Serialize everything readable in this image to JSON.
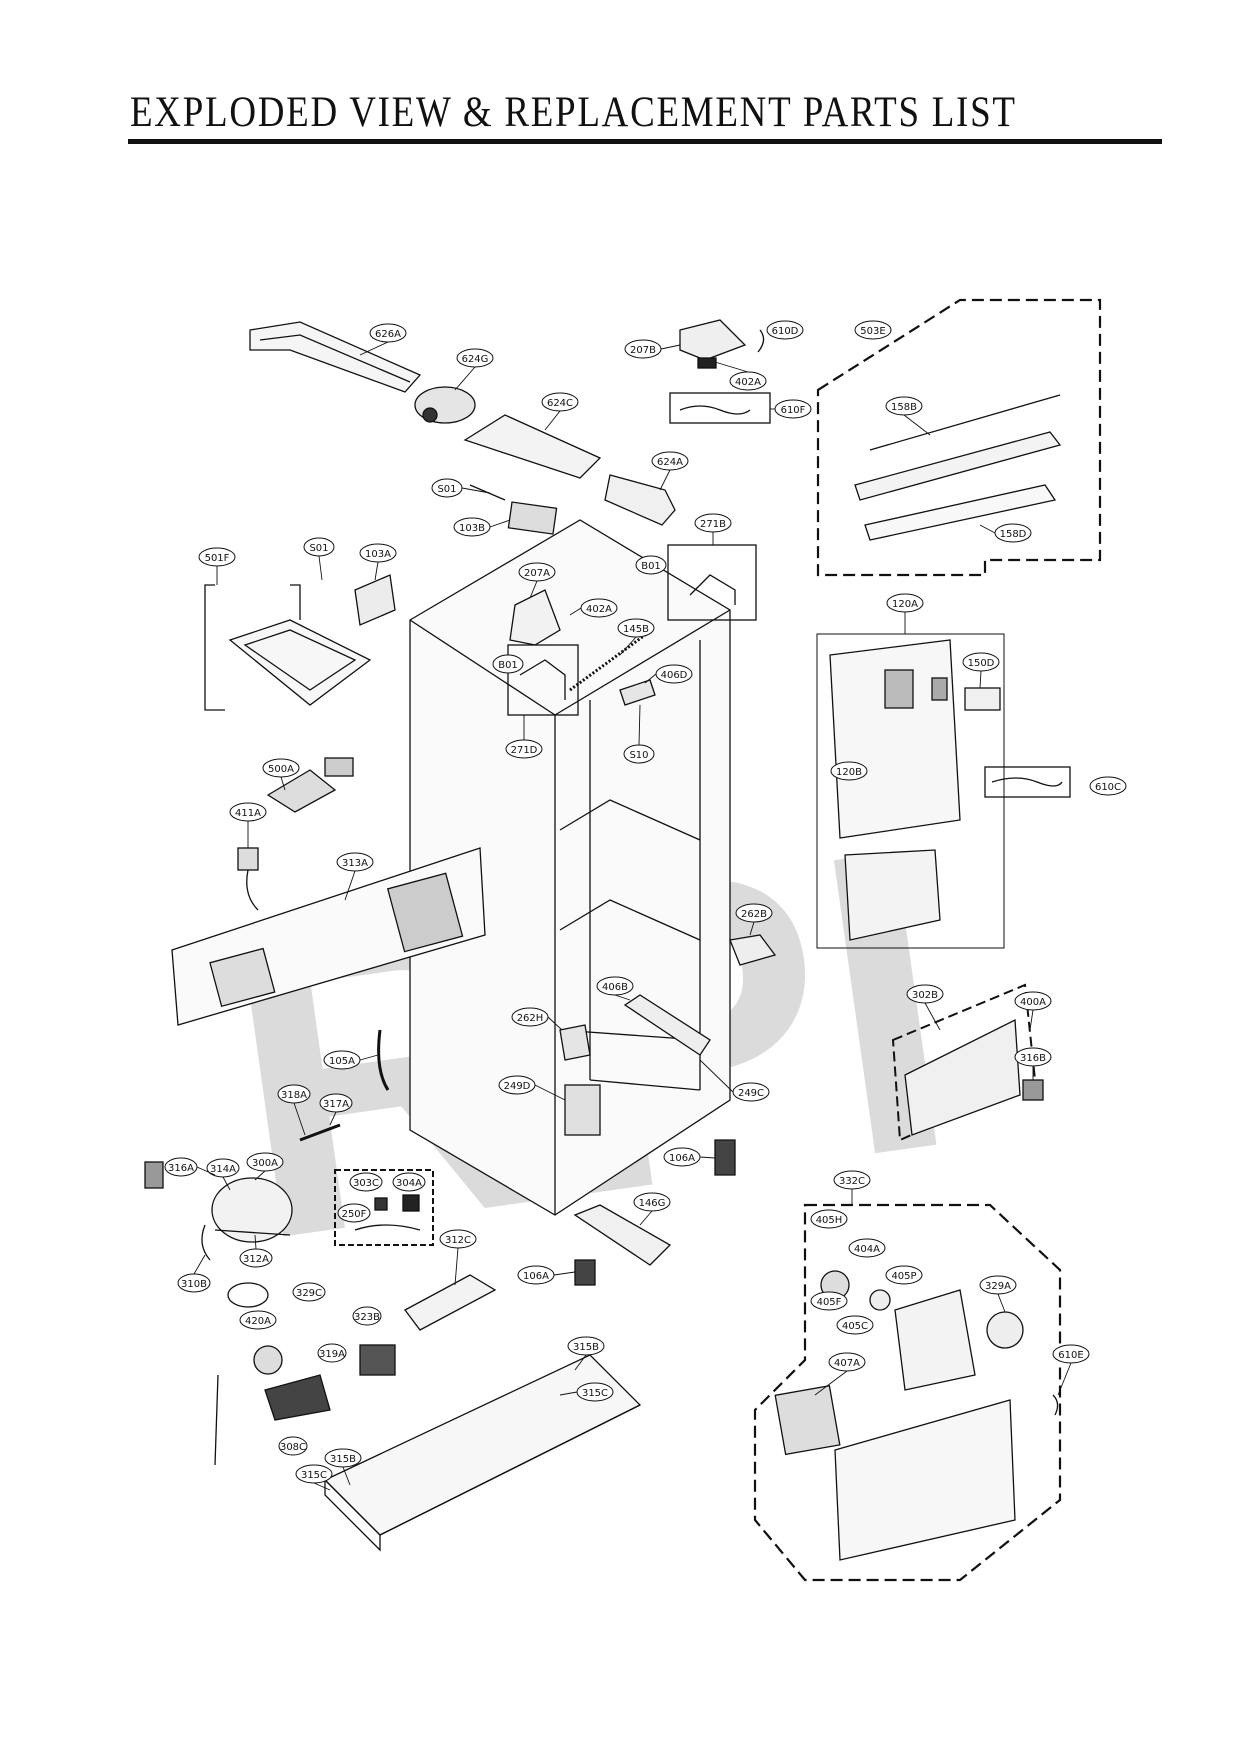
{
  "header": {
    "title": "EXPLODED VIEW & REPLACEMENT PARTS LIST"
  },
  "watermark": {
    "text": "RPI",
    "color": "#c8c8c8"
  },
  "colors": {
    "ink": "#111111",
    "swatch_fill": "#999999",
    "watermark": "#c8c8c8"
  },
  "part_labels": {
    "626A": "626A",
    "624G": "624G",
    "624C": "624C",
    "624A": "624A",
    "S01_top": "S01",
    "103B": "103B",
    "207B": "207B",
    "610D": "610D",
    "402A_top": "402A",
    "610F": "610F",
    "503E": "503E",
    "158B": "158B",
    "158D": "158D",
    "271B": "271B",
    "B01_right": "B01",
    "501F": "501F",
    "S01_left": "S01",
    "103A": "103A",
    "207A": "207A",
    "402A_mid": "402A",
    "145B": "145B",
    "B01_left": "B01",
    "406D": "406D",
    "271D": "271D",
    "S10": "S10",
    "120A": "120A",
    "150D": "150D",
    "120B": "120B",
    "610C": "610C",
    "500A": "500A",
    "411A": "411A",
    "313A": "313A",
    "262B": "262B",
    "406B": "406B",
    "262H": "262H",
    "302B": "302B",
    "400A": "400A",
    "316B": "316B",
    "105A": "105A",
    "249D": "249D",
    "249C": "249C",
    "318A": "318A",
    "317A": "317A",
    "316A": "316A",
    "314A": "314A",
    "300A": "300A",
    "303C": "303C",
    "304A": "304A",
    "250F": "250F",
    "106A_a": "106A",
    "146G": "146G",
    "332C": "332C",
    "405H": "405H",
    "404A": "404A",
    "405P": "405P",
    "329A": "329A",
    "405F": "405F",
    "405C": "405C",
    "312A": "312A",
    "310B": "310B",
    "312C": "312C",
    "106A_b": "106A",
    "329C": "329C",
    "323B": "323B",
    "420A": "420A",
    "319A": "319A",
    "308C": "308C",
    "315B_a": "315B",
    "315C_a": "315C",
    "315B_b": "315B",
    "315C_b": "315C",
    "407A": "407A",
    "610E": "610E"
  }
}
